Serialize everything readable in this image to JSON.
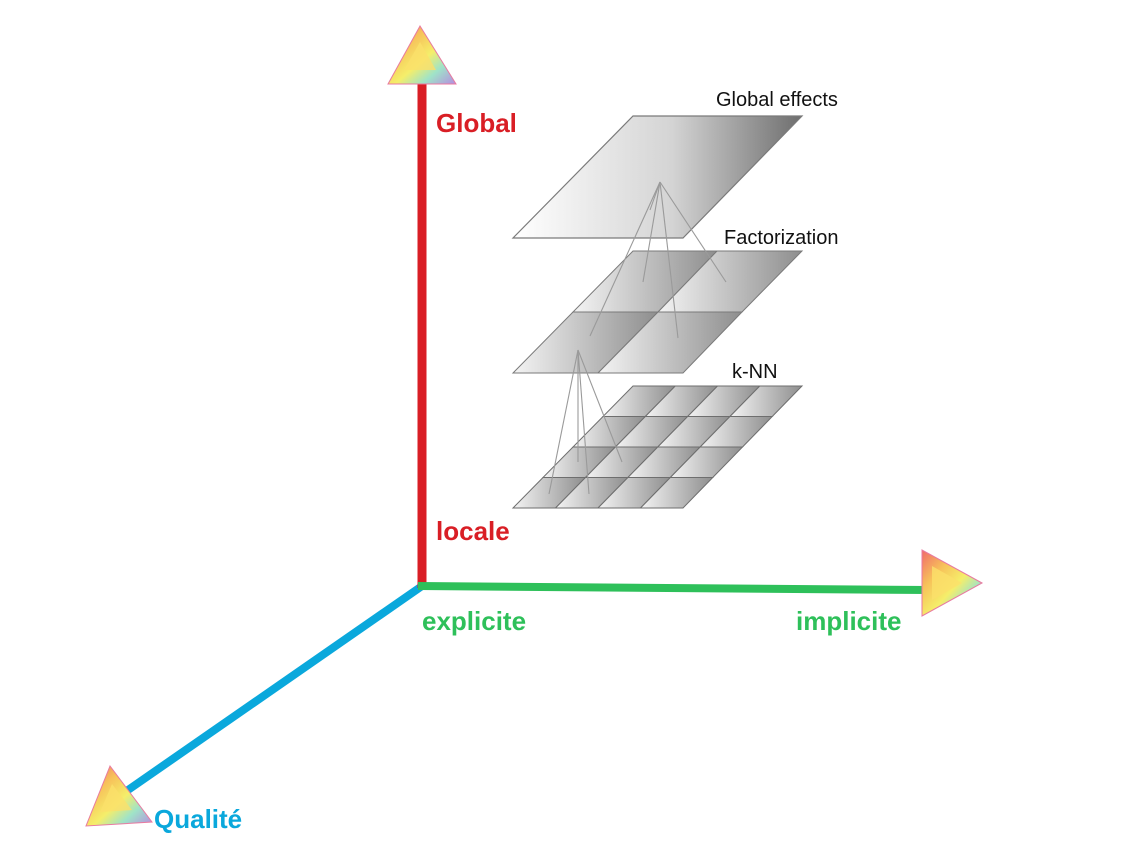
{
  "axes": {
    "vertical": {
      "top_label": "Global",
      "bottom_label": "locale",
      "color": "#d91e25"
    },
    "horizontal": {
      "start_label": "explicite",
      "end_label": "implicite",
      "color": "#2ec05a"
    },
    "depth": {
      "end_label": "Qualité",
      "color": "#0aa8dc"
    },
    "arrowhead_icon": "rainbow-triangle-icon"
  },
  "layers": [
    {
      "label": "Global effects",
      "grid": 1
    },
    {
      "label": "Factorization",
      "grid": 2
    },
    {
      "label": "k-NN",
      "grid": 4
    }
  ]
}
